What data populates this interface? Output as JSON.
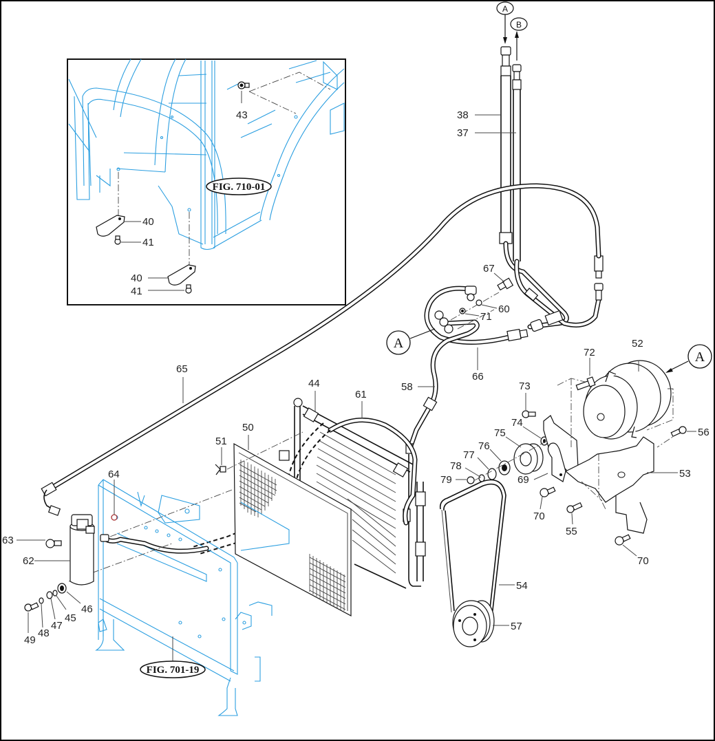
{
  "diagram": {
    "title": "Air conditioning system parts exploded view",
    "colors": {
      "line": "#111111",
      "reference_frame": "#2a9ee0",
      "background": "#ffffff"
    },
    "connection_markers": {
      "top_a": "A",
      "top_b": "B",
      "hose_a": "A",
      "compressor_a": "A"
    },
    "figure_refs": {
      "inset": "FIG. 710-01",
      "frame": "FIG. 701-19"
    },
    "part_labels": {
      "p37": "37",
      "p38": "38",
      "p40a": "40",
      "p40b": "40",
      "p41a": "41",
      "p41b": "41",
      "p43": "43",
      "p44": "44",
      "p45": "45",
      "p46": "46",
      "p47": "47",
      "p48": "48",
      "p49": "49",
      "p50": "50",
      "p51": "51",
      "p52": "52",
      "p53": "53",
      "p54": "54",
      "p55": "55",
      "p56": "56",
      "p57": "57",
      "p58": "58",
      "p60": "60",
      "p61": "61",
      "p62": "62",
      "p63": "63",
      "p64": "64",
      "p65": "65",
      "p66": "66",
      "p67": "67",
      "p69": "69",
      "p70a": "70",
      "p70b": "70",
      "p71": "71",
      "p72": "72",
      "p73": "73",
      "p74": "74",
      "p75": "75",
      "p76": "76",
      "p77": "77",
      "p78": "78",
      "p79": "79"
    }
  }
}
